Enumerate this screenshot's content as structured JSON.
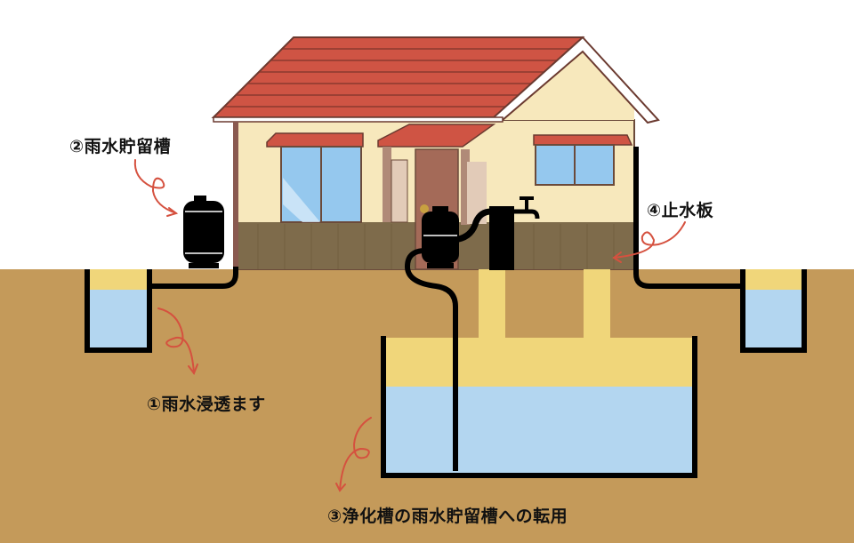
{
  "labels": {
    "storage_tank": "②雨水貯留槽",
    "infiltration_basin": "①雨水浸透ます",
    "septic_conversion": "③浄化槽の雨水貯留槽への転用",
    "water_stop_board": "④止水板"
  },
  "colors": {
    "ground": "#c49a5a",
    "sand": "#f0d67a",
    "water": "#b3d6f0",
    "roof": "#cf5444",
    "wall": "#f7e8bc",
    "wainscot": "#7e6b4b",
    "arrow": "#d5513f"
  }
}
